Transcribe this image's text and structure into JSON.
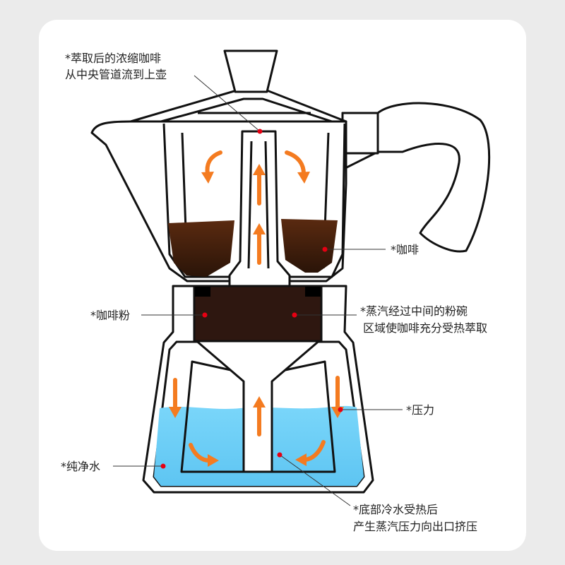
{
  "colors": {
    "coffee": "#4a2410",
    "grounds": "#2e1710",
    "water": "#6dcff6",
    "arrow": "#f47b20",
    "dot": "#e60012"
  },
  "labels": {
    "extracted": [
      "*萃取后的浓缩咖啡",
      "从中央管道流到上壶"
    ],
    "coffee": "*咖啡",
    "grounds": "*咖啡粉",
    "steam": [
      "*蒸汽经过中间的粉碗",
      "区域使咖啡充分受热萃取"
    ],
    "pressure": "*压力",
    "water": "*纯净水",
    "heating": [
      "*底部冷水受热后",
      "产生蒸汽压力向出口挤压"
    ]
  }
}
